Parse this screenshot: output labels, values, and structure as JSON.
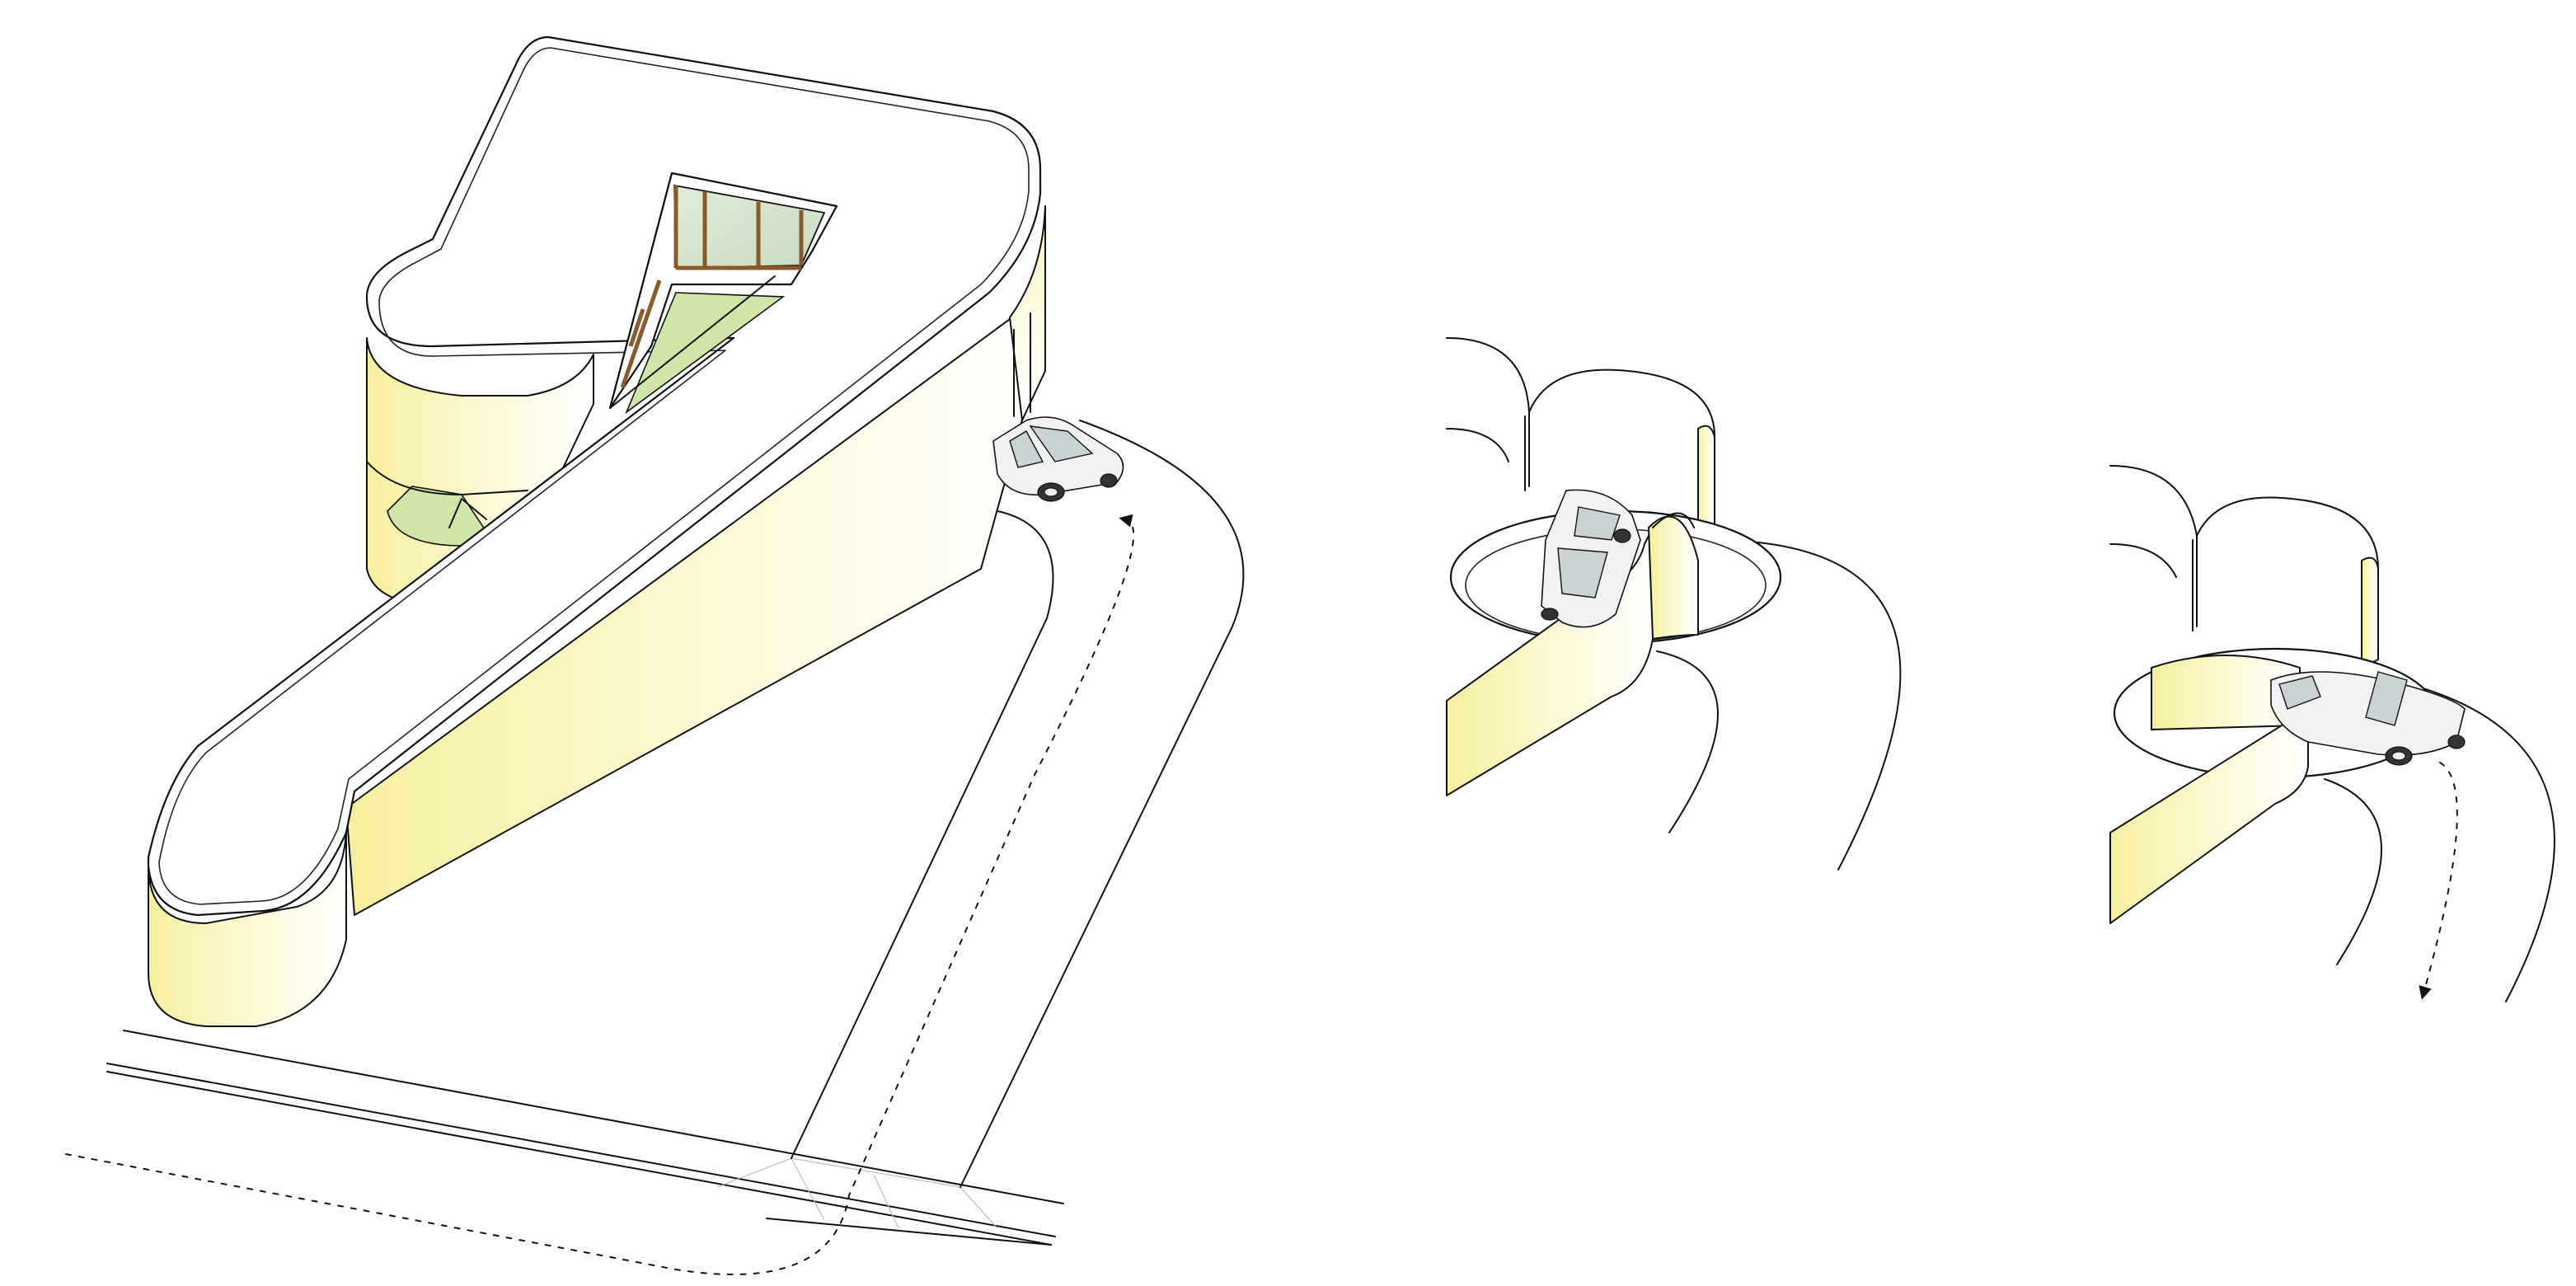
{
  "drawing": {
    "panels": [
      {
        "id": "overview",
        "subject": "house-plan-with-driveway"
      },
      {
        "id": "turntable-entering"
      },
      {
        "id": "turntable-exiting"
      }
    ],
    "colors": {
      "line": "#111111",
      "wall_glow": "#fbf6c4",
      "glass": "#d7e8cf",
      "lawn": "#cfe6a8",
      "window_frame": "#8a5a2b",
      "car": "#f2f2f2"
    },
    "icons": [
      "car-icon",
      "arrow-icon",
      "turntable-icon"
    ]
  }
}
